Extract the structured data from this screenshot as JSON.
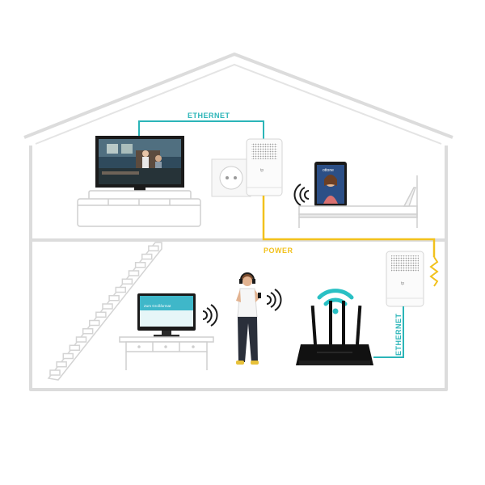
{
  "labels": {
    "ethernet_top": "ETHERNET",
    "power": "POWER",
    "ethernet_side": "ETHERNET"
  },
  "screens": {
    "monitor_text": "Zum Großformat",
    "tablet_text": "ottone",
    "brand_mark": "tp"
  },
  "colors": {
    "house_outline": "#dcdcdc",
    "ethernet": "#2bb5b8",
    "power": "#f2c11c",
    "wifi": "#29c0c4",
    "furniture": "#d8d8d8",
    "dark": "#1b1b1b"
  },
  "icons": [
    "tv-icon",
    "powerline-adapter-icon",
    "tablet-icon",
    "bed-icon",
    "sofa-icon",
    "monitor-icon",
    "desk-icon",
    "person-icon",
    "router-icon",
    "wifi-icon",
    "stairs-icon"
  ]
}
